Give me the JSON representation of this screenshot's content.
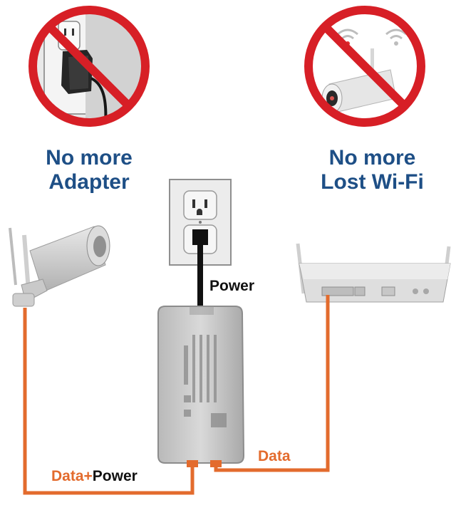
{
  "captions": {
    "left": {
      "line1": "No more",
      "line2": "Adapter"
    },
    "right": {
      "line1": "No more",
      "line2": "Lost Wi-Fi"
    }
  },
  "wire_labels": {
    "power": "Power",
    "data": "Data",
    "data_power": {
      "data": "Data",
      "plus": "+",
      "power": "Power"
    }
  },
  "colors": {
    "prohibition_red": "#d71f26",
    "caption_blue": "#1e4f86",
    "data_cable_orange": "#e36b2d",
    "power_cable_black": "#111111"
  },
  "icons": [
    "wall-outlet-icon",
    "plug-adapter-icon",
    "wifi-camera-icon",
    "wifi-icon",
    "ip-camera-icon",
    "poe-injector-icon",
    "router-icon",
    "prohibition-icon"
  ]
}
